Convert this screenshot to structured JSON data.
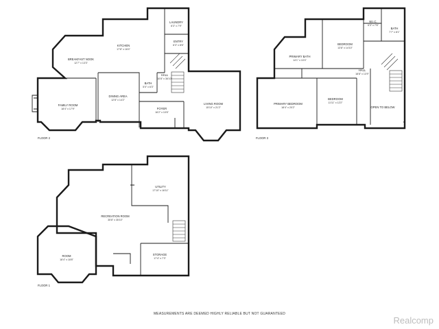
{
  "floors": [
    {
      "label": "FLOOR 2",
      "rooms": [
        {
          "name": "KITCHEN",
          "dim": "17'8\" x 18'4\""
        },
        {
          "name": "BREAKFAST NOOK",
          "dim": "12'7\" x 13'3\""
        },
        {
          "name": "LAUNDRY",
          "dim": "6'3\" x 7'9\""
        },
        {
          "name": "ENTRY",
          "dim": "6'3\" x 8'6\""
        },
        {
          "name": "HALL",
          "dim": "10'8\" x 36'10\""
        },
        {
          "name": "BATH",
          "dim": "5'0\" x 6'3\""
        },
        {
          "name": "DINING AREA",
          "dim": "12'8\" x 14'2\""
        },
        {
          "name": "FAMILY ROOM",
          "dim": "18'4\" x 17'9\""
        },
        {
          "name": "FOYER",
          "dim": "16'2\" x 10'6\""
        },
        {
          "name": "LIVING ROOM",
          "dim": "15'10\" x 21'2\""
        }
      ]
    },
    {
      "label": "FLOOR 3",
      "rooms": [
        {
          "name": "W.I.C.",
          "dim": "6'3\" x 7'6\""
        },
        {
          "name": "BATH",
          "dim": "7'7\" x 8'1\""
        },
        {
          "name": "BEDROOM",
          "dim": "13'8\" x 14'10\""
        },
        {
          "name": "PRIMARY BATH",
          "dim": "14'1\" x 10'4\""
        },
        {
          "name": "HALL",
          "dim": "18'8\" x 13'9\""
        },
        {
          "name": "PRIMARY BEDROOM",
          "dim": "18'4\" x 20'2\""
        },
        {
          "name": "BEDROOM",
          "dim": "11'11\" x 12'2\""
        },
        {
          "name": "OPEN TO BELOW",
          "dim": ""
        }
      ]
    },
    {
      "label": "FLOOR 1",
      "rooms": [
        {
          "name": "UTILITY",
          "dim": "17'10\" x 16'11\""
        },
        {
          "name": "RECREATION ROOM",
          "dim": "35'8\" x 35'10\""
        },
        {
          "name": "ROOM",
          "dim": "18'4\" x 18'8\""
        },
        {
          "name": "STORAGE",
          "dim": "17'4\" x 7'3\""
        }
      ]
    }
  ],
  "disclaimer": "MEASUREMENTS ARE DEEMED HIGHLY RELIABLE BUT NOT GUARANTEED",
  "watermark": "Realcomp"
}
